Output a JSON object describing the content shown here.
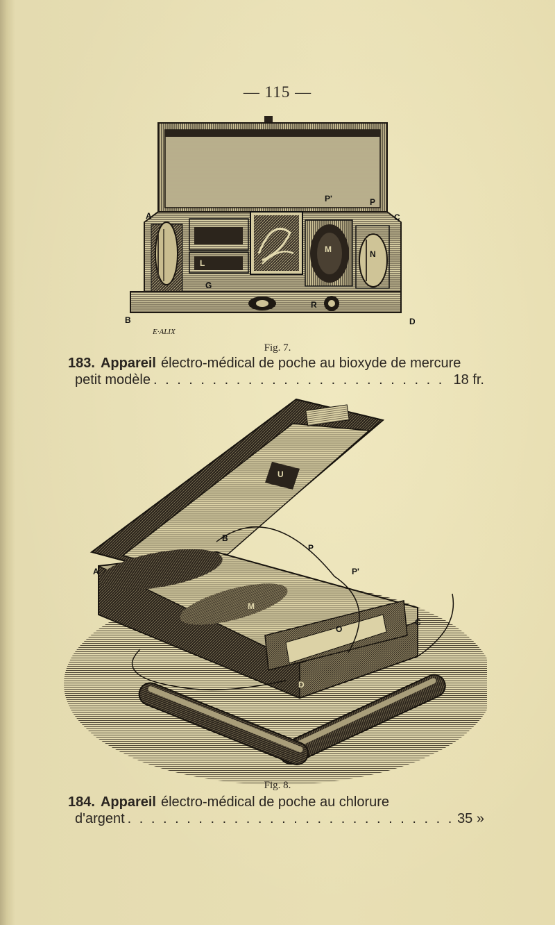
{
  "page_number": "— 115 —",
  "figures": [
    {
      "caption": "Fig. 7.",
      "labels": [
        "A",
        "B",
        "C",
        "D",
        "P",
        "P'",
        "L",
        "M",
        "N",
        "R",
        "G"
      ],
      "engraver_signature": "E·ALIX"
    },
    {
      "caption": "Fig. 8.",
      "labels": [
        "U",
        "B",
        "P",
        "P'",
        "A",
        "M",
        "O",
        "C",
        "D"
      ]
    }
  ],
  "entries": [
    {
      "number": "183.",
      "name": "Appareil",
      "line1": "électro-médical de poche au bioxyde de mercure",
      "line2": "petit modèle",
      "price": "18 fr."
    },
    {
      "number": "184.",
      "name": "Appareil",
      "line1": "électro-médical de poche au chlorure",
      "line2": "d'argent",
      "price": "35 »"
    }
  ]
}
